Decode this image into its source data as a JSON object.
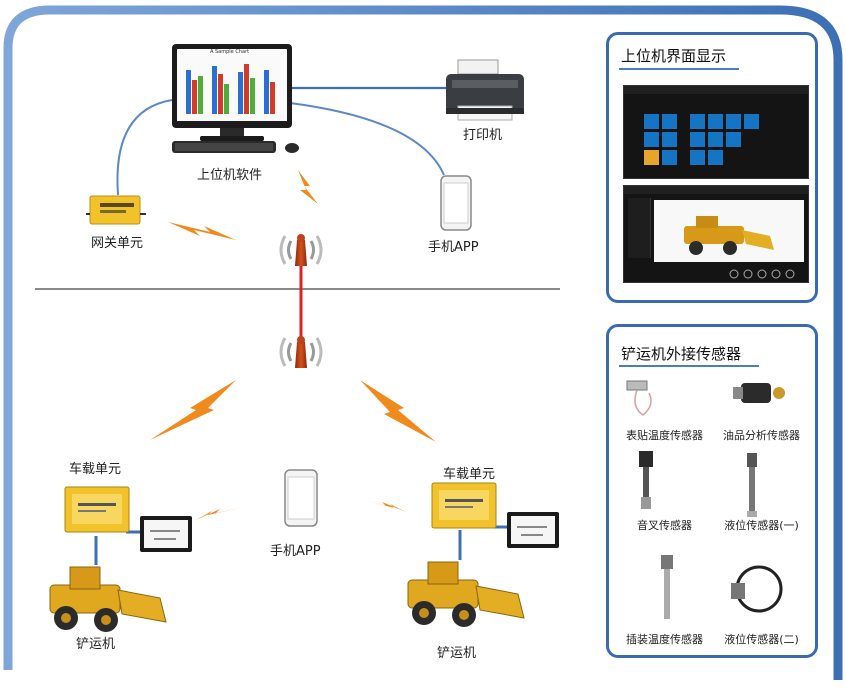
{
  "labels": {
    "host_software": "上位机软件",
    "printer": "打印机",
    "gateway": "网关单元",
    "phone_app_top": "手机APP",
    "vehicle_unit_left": "车载单元",
    "vehicle_unit_right": "车载单元",
    "phone_app_bottom": "手机APP",
    "loader_left": "铲运机",
    "loader_right": "铲运机",
    "monitor_chart_title": "A Sample Chart"
  },
  "panel_ui": {
    "title": "上位机界面显示"
  },
  "panel_sensors": {
    "title": "铲运机外接传感器",
    "items": [
      "表贴温度传感器",
      "油品分析传感器",
      "音叉传感器",
      "液位传感器(一)",
      "插装温度传感器",
      "液位传感器(二)"
    ]
  },
  "colors": {
    "frame": "#4a7ec0",
    "link_line": "#5b88c8",
    "radio_link": "#e02020",
    "bolt": "#f08a1c",
    "ui_tile": "#1674c4",
    "device_yellow": "#f2c22a"
  }
}
